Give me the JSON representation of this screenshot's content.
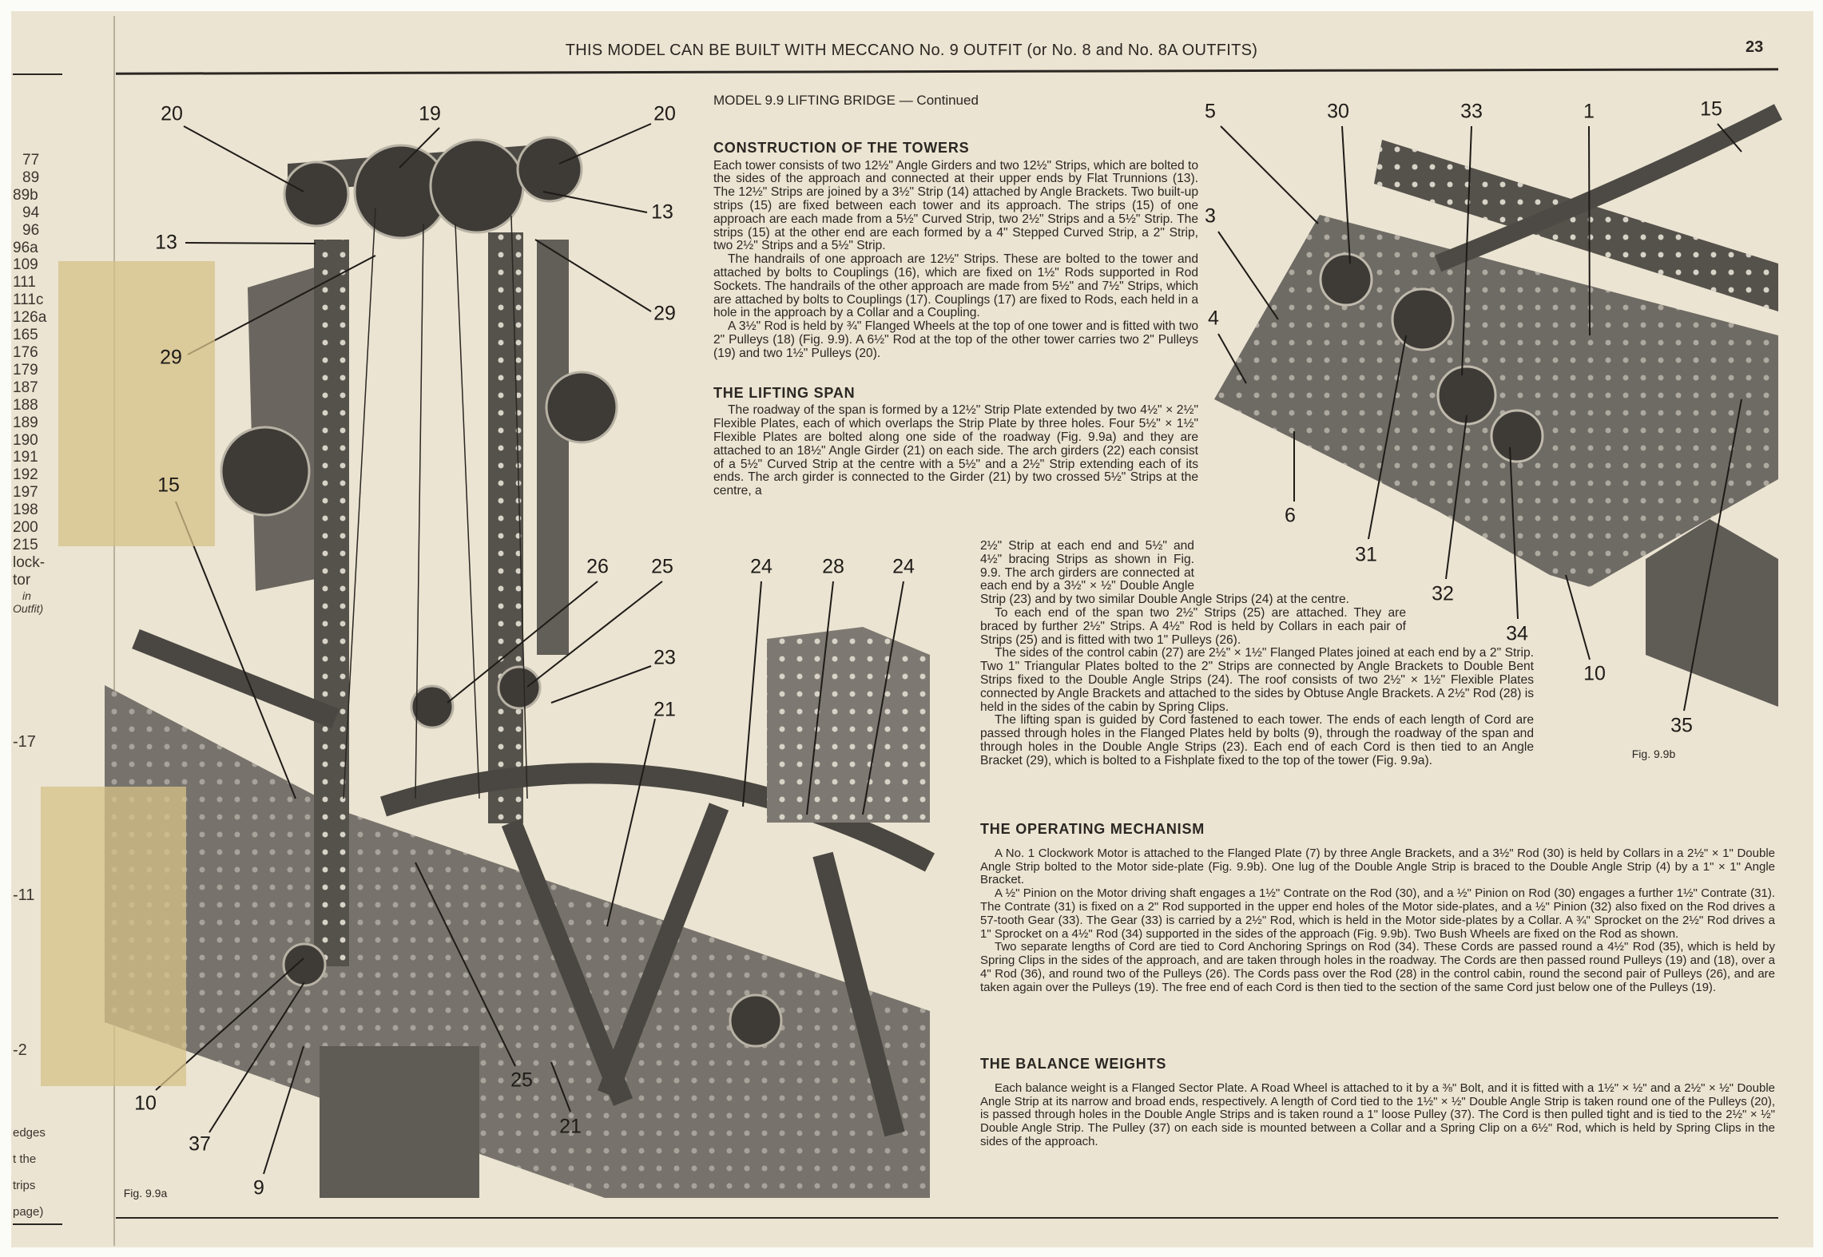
{
  "header": {
    "title": "THIS MODEL CAN BE BUILT WITH MECCANO No. 9 OUTFIT (or No. 8 and No. 8A OUTFITS)",
    "page_number": "23"
  },
  "left_margin": {
    "numbers": [
      "77",
      "89",
      "89b",
      "94",
      "96",
      "96a",
      "109",
      "111",
      "111c",
      "126a",
      "165",
      "176",
      "179",
      "187",
      "188",
      "189",
      "190",
      "191",
      "192",
      "197",
      "198",
      "200",
      "215"
    ],
    "fragment_lines": [
      "lock-",
      "tor"
    ],
    "fragment_italic": [
      "in",
      "Outfit)"
    ],
    "lower_marks": [
      "-17",
      "-11",
      "-2"
    ],
    "bottom_fragments": [
      "edges",
      "t the",
      "trips",
      "page)"
    ]
  },
  "model_title": "MODEL 9.9  LIFTING BRIDGE — Continued",
  "sections": {
    "towers": {
      "heading": "CONSTRUCTION OF THE TOWERS",
      "paragraphs": [
        "Each tower consists of two 12½\" Angle Girders and two 12½\" Strips, which are bolted to the sides of the approach and connected at their upper ends by Flat Trunnions (13). The 12½\" Strips are joined by a 3½\" Strip (14) attached by Angle Brackets. Two built-up strips (15) are fixed between each tower and its approach. The strips (15) of one approach are each made from a 5½\" Curved Strip, two 2½\" Strips and a 5½\" Strip. The strips (15) at the other end are each formed by a 4\" Stepped Curved Strip, a 2\" Strip, two 2½\" Strips and a 5½\" Strip.",
        "The handrails of one approach are 12½\" Strips. These are bolted to the tower and attached by bolts to Couplings (16), which are fixed on 1½\" Rods supported in Rod Sockets. The handrails of the other approach are made from 5½\" and 7½\" Strips, which are attached by bolts to Couplings (17). Couplings (17) are fixed to Rods, each held in a hole in the approach by a Collar and a Coupling.",
        "A 3½\" Rod is held by ¾\" Flanged Wheels at the top of one tower and is fitted with two 2\" Pulleys (18) (Fig. 9.9). A 6½\" Rod at the top of the other tower carries two 2\" Pulleys (19) and two 1½\" Pulleys (20)."
      ]
    },
    "lifting_span": {
      "heading": "THE LIFTING SPAN",
      "p1_part1": "The roadway of the span is formed by a 12½\" Strip Plate extended by two 4½\" × 2½\" Flexible Plates, each of which overlaps the Strip Plate by three holes. Four 5½\" × 1½\" Flexible Plates are bolted along one side of the roadway (Fig. 9.9a) and they are attached to an 18½\" Angle Girder (21) on each side. The arch girders (22) each consist of a 5½\" Curved Strip at the centre with a 5½\" and a 2½\" Strip extending each of its ends. The arch girder is connected to the Girder (21) by two crossed 5½\" Strips at the centre, a",
      "p1_part2": "2½\" Strip at each end and 5½\" and 4½\" bracing Strips as shown in Fig. 9.9. The arch girders are connected at each end by a 3½\" × ½\" Double Angle Strip (23) and by two similar Double Angle Strips (24) at the centre.",
      "paragraphs": [
        "To each end of the span two 2½\" Strips (25) are attached. They are braced by further 2½\" Strips. A 4½\" Rod is held by Collars in each pair of Strips (25) and is fitted with two 1\" Pulleys (26).",
        "The sides of the control cabin (27) are 2½\" × 1½\" Flanged Plates joined at each end by a 2\" Strip. Two 1\" Triangular Plates bolted to the 2\" Strips are connected by Angle Brackets to Double Bent Strips fixed to the Double Angle Strips (24). The roof consists of two 2½\" × 1½\" Flexible Plates connected by Angle Brackets and attached to the sides by Obtuse Angle Brackets. A 2½\" Rod (28) is held in the sides of the cabin by Spring Clips.",
        "The lifting span is guided by Cord fastened to each tower. The ends of each length of Cord are passed through holes in the Flanged Plates held by bolts (9), through the roadway of the span and through holes in the Double Angle Strips (23). Each end of each Cord is then tied to an Angle Bracket (29), which is bolted to a Fishplate fixed to the top of the tower (Fig. 9.9a)."
      ]
    },
    "operating": {
      "heading": "THE OPERATING MECHANISM",
      "paragraphs": [
        "A No. 1 Clockwork Motor is attached to the Flanged Plate (7) by three Angle Brackets, and a 3½\" Rod (30) is held by Collars in a 2½\" × 1\" Double Angle Strip bolted to the Motor side-plate (Fig. 9.9b). One lug of the Double Angle Strip is braced to the Double Angle Strip (4) by a 1\" × 1\" Angle Bracket.",
        "A ½\" Pinion on the Motor driving shaft engages a 1½\" Contrate on the Rod (30), and a ½\" Pinion on Rod (30) engages a further 1½\" Contrate (31). The Contrate (31) is fixed on a 2\" Rod supported in the upper end holes of the Motor side-plates, and a ½\" Pinion (32) also fixed on the Rod drives a 57-tooth Gear (33). The Gear (33) is carried by a 2½\" Rod, which is held in the Motor side-plates by a Collar. A ¾\" Sprocket on the 2½\" Rod drives a 1\" Sprocket on a 4½\" Rod (34) supported in the sides of the approach (Fig. 9.9b). Two Bush Wheels are fixed on the Rod as shown.",
        "Two separate lengths of Cord are tied to Cord Anchoring Springs on Rod (34). These Cords are passed round a 4½\" Rod (35), which is held by Spring Clips in the sides of the approach, and are taken through holes in the roadway. The Cords are then passed round Pulleys (19) and (18), over a 4\" Rod (36), and round two of the Pulleys (26). The Cords pass over the Rod (28) in the control cabin, round the second pair of Pulleys (26), and are taken again over the Pulleys (19). The free end of each Cord is then tied to the section of the same Cord just below one of the Pulleys (19)."
      ]
    },
    "balance": {
      "heading": "THE BALANCE WEIGHTS",
      "paragraphs": [
        "Each balance weight is a Flanged Sector Plate. A Road Wheel is attached to it by a ⅜\" Bolt, and it is fitted with a 1½\" × ½\" and a 2½\" × ½\" Double Angle Strip at its narrow and broad ends, respectively. A length of Cord tied to the 1½\" × ½\" Double Angle Strip is taken round one of the Pulleys (20), is passed through holes in the Double Angle Strips and is taken round a 1\" loose Pulley (37). The Cord is then pulled tight and is tied to the 2½\" × ½\" Double Angle Strip. The Pulley (37) on each side is mounted between a Collar and a Spring Clip on a 6½\" Rod, which is held by Spring Clips in the sides of the approach."
      ]
    }
  },
  "figures": {
    "fig_a": {
      "caption": "Fig. 9.9a",
      "callouts": [
        "20",
        "19",
        "20",
        "13",
        "13",
        "29",
        "29",
        "15",
        "26",
        "25",
        "24",
        "28",
        "24",
        "23",
        "21",
        "25",
        "21",
        "10",
        "37",
        "9"
      ]
    },
    "fig_b": {
      "caption": "Fig. 9.9b",
      "callouts": [
        "5",
        "30",
        "33",
        "1",
        "15",
        "3",
        "4",
        "6",
        "31",
        "32",
        "34",
        "10",
        "35"
      ]
    }
  },
  "colors": {
    "paper": "#ebe4d2",
    "ink": "#2a2622",
    "metal": "#6f6b65",
    "tape": "#d6c187"
  }
}
